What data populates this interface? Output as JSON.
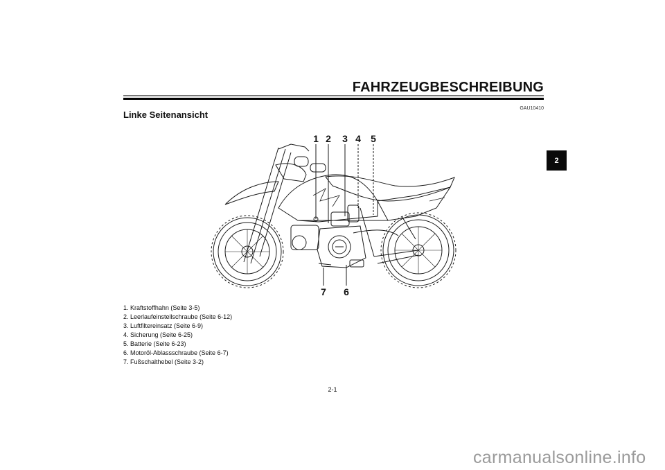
{
  "header": {
    "section_title": "FAHRZEUGBESCHREIBUNG",
    "reference_code": "GAU10410"
  },
  "chapter_tab": {
    "number": "2",
    "color": "#0a0a0a"
  },
  "subheading": "Linke Seitenansicht",
  "illustration": {
    "description": "Left side view line drawing of a mini dirt bike",
    "callouts_top": [
      "1",
      "2",
      "3",
      "4",
      "5"
    ],
    "callouts_bottom": [
      "7",
      "6"
    ]
  },
  "legend": {
    "items": [
      "1.  Kraftstoffhahn (Seite 3-5)",
      "2.  Leerlaufeinstellschraube (Seite 6-12)",
      "3.  Luftfiltereinsatz (Seite 6-9)",
      "4.  Sicherung (Seite 6-25)",
      "5.  Batterie (Seite 6-23)",
      "6.  Motoröl-Ablassschraube (Seite 6-7)",
      "7.  Fußschalthebel (Seite 3-2)"
    ]
  },
  "footer": {
    "page_number": "2-1",
    "watermark": "carmanualsonline.info"
  }
}
